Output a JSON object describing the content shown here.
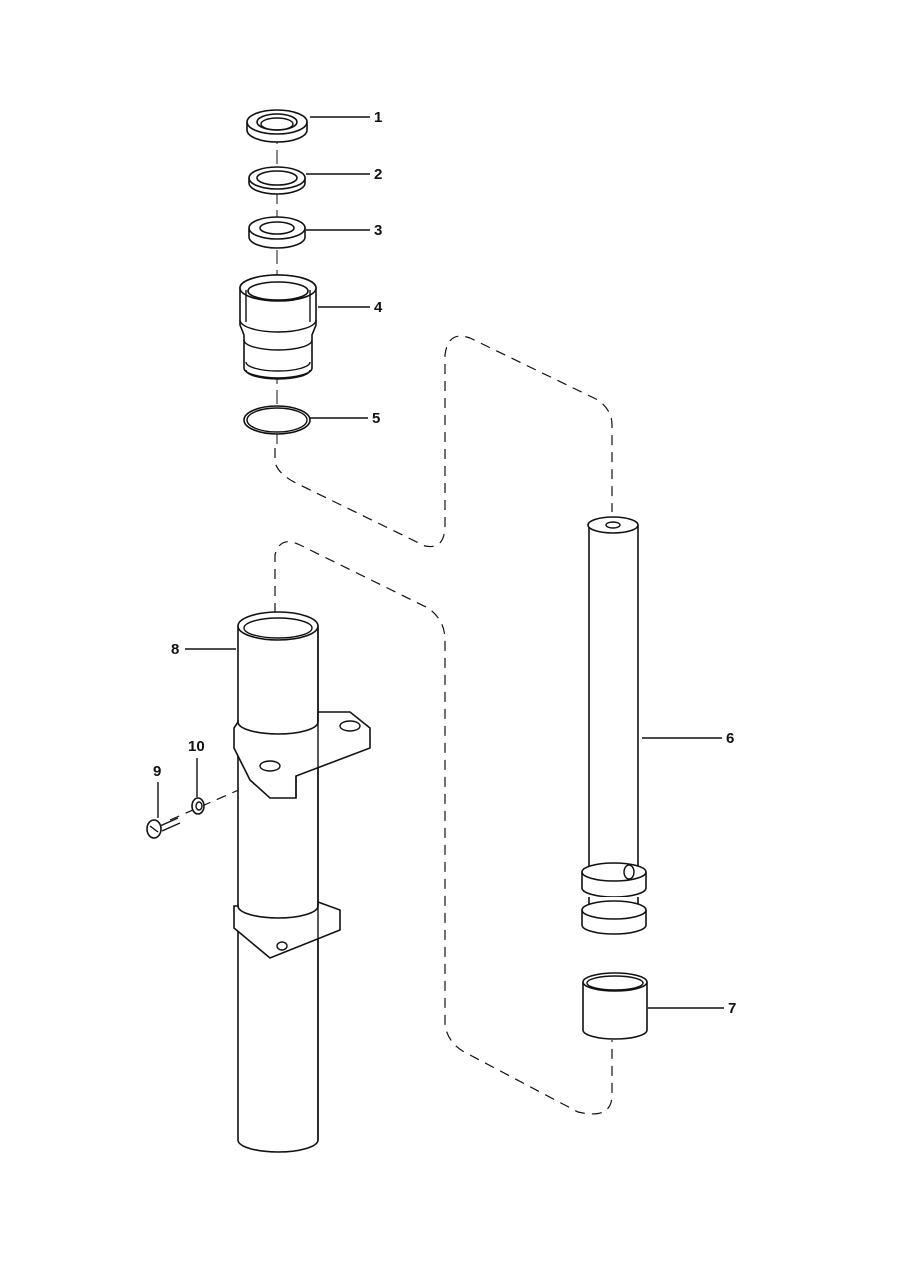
{
  "diagram": {
    "type": "exploded parts diagram",
    "callouts": [
      "1",
      "2",
      "3",
      "4",
      "5",
      "6",
      "7",
      "8",
      "9",
      "10"
    ]
  }
}
